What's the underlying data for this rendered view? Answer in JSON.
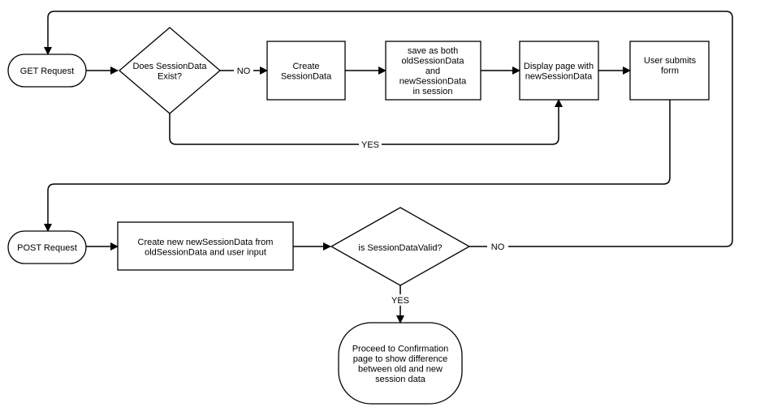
{
  "nodes": {
    "get_request": {
      "lines": [
        "GET Request"
      ]
    },
    "session_exists": {
      "lines": [
        "Does SessionData",
        "Exist?"
      ]
    },
    "create_session": {
      "lines": [
        "Create",
        "SessionData"
      ]
    },
    "save_session": {
      "lines": [
        "save as both",
        "oldSessionData",
        "and",
        "newSessionData",
        "in session"
      ]
    },
    "display_page": {
      "lines": [
        "Display page with",
        "newSessionData"
      ]
    },
    "user_submits": {
      "lines": [
        "User submits",
        "form"
      ]
    },
    "post_request": {
      "lines": [
        "POST Request"
      ]
    },
    "create_new_session": {
      "lines": [
        "Create new newSessionData from",
        "oldSessionData and user input"
      ]
    },
    "session_valid": {
      "lines": [
        "is SessionDataValid?"
      ]
    },
    "confirmation": {
      "lines": [
        "Proceed to Confirmation",
        "page to show difference",
        "between old and new",
        "session data"
      ]
    }
  },
  "edge_labels": {
    "exists_no": "NO",
    "exists_yes": "YES",
    "valid_no": "NO",
    "valid_yes": "YES"
  },
  "colors": {
    "stroke": "#000000",
    "fill": "#ffffff"
  }
}
